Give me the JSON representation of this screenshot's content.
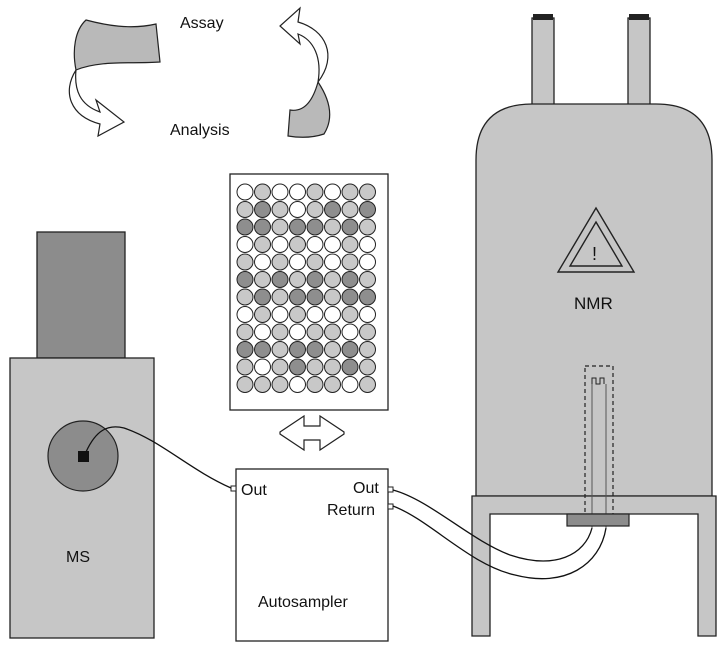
{
  "labels": {
    "assay": "Assay",
    "analysis": "Analysis",
    "nmr": "NMR",
    "ms": "MS",
    "autosampler": "Autosampler",
    "out_left": "Out",
    "out_right": "Out",
    "return": "Return",
    "warning_symbol": "!"
  },
  "plate": {
    "columns": 8,
    "rows": 12,
    "shade_pattern": [
      [
        0,
        1,
        0,
        0,
        1,
        0,
        1,
        1
      ],
      [
        1,
        2,
        1,
        0,
        1,
        2,
        1,
        2
      ],
      [
        2,
        2,
        1,
        2,
        2,
        1,
        2,
        1
      ],
      [
        0,
        1,
        0,
        1,
        0,
        0,
        1,
        0
      ],
      [
        1,
        0,
        1,
        0,
        1,
        0,
        1,
        0
      ],
      [
        2,
        1,
        2,
        1,
        2,
        1,
        2,
        1
      ],
      [
        1,
        2,
        1,
        2,
        2,
        1,
        2,
        2
      ],
      [
        0,
        1,
        0,
        1,
        0,
        0,
        1,
        0
      ],
      [
        1,
        0,
        1,
        0,
        1,
        1,
        0,
        1
      ],
      [
        2,
        2,
        1,
        2,
        2,
        1,
        2,
        1
      ],
      [
        1,
        0,
        1,
        2,
        1,
        1,
        2,
        1
      ],
      [
        1,
        1,
        1,
        0,
        1,
        1,
        0,
        1
      ]
    ]
  },
  "colors": {
    "device_fill": "#c6c6c6",
    "device_dark": "#8c8c8c",
    "well_white": "#ffffff",
    "well_light": "#c8c8c8",
    "well_dark": "#8e8e8e",
    "arrow_fill": "#b9b9b9",
    "outline": "#222222"
  },
  "icons": {
    "cycle_arrows": "circular-arrows-icon",
    "transfer_arrow": "double-arrow-icon",
    "warning": "warning-triangle-icon"
  }
}
